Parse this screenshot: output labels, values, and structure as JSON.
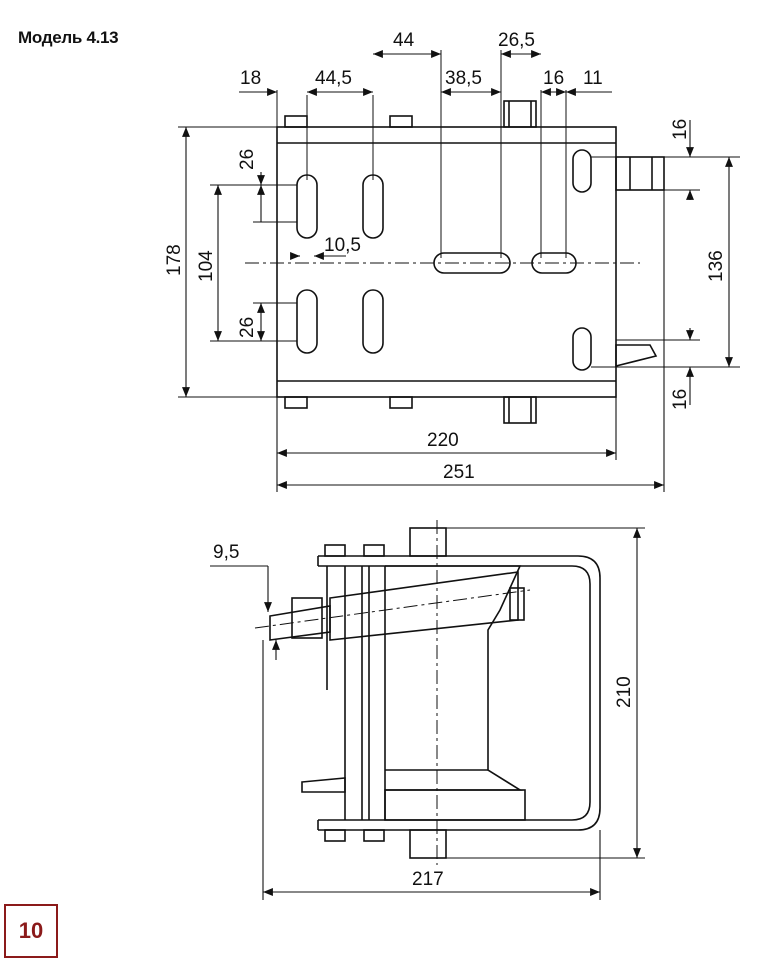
{
  "model_label": "Модель 4.13",
  "page_number": "10",
  "dimensions": {
    "d18": "18",
    "d44_5": "44,5",
    "d44": "44",
    "d38_5": "38,5",
    "d26_5": "26,5",
    "d16_top": "16",
    "d11": "11",
    "d16_right_top": "16",
    "d16_right_bottom": "16",
    "d136": "136",
    "d178": "178",
    "d104": "104",
    "d26_top": "26",
    "d26_bottom": "26",
    "d10_5": "10,5",
    "d220": "220",
    "d251": "251",
    "d9_5": "9,5",
    "d210": "210",
    "d217": "217"
  },
  "colors": {
    "line": "#111111",
    "badge": "#8b1a1a"
  }
}
